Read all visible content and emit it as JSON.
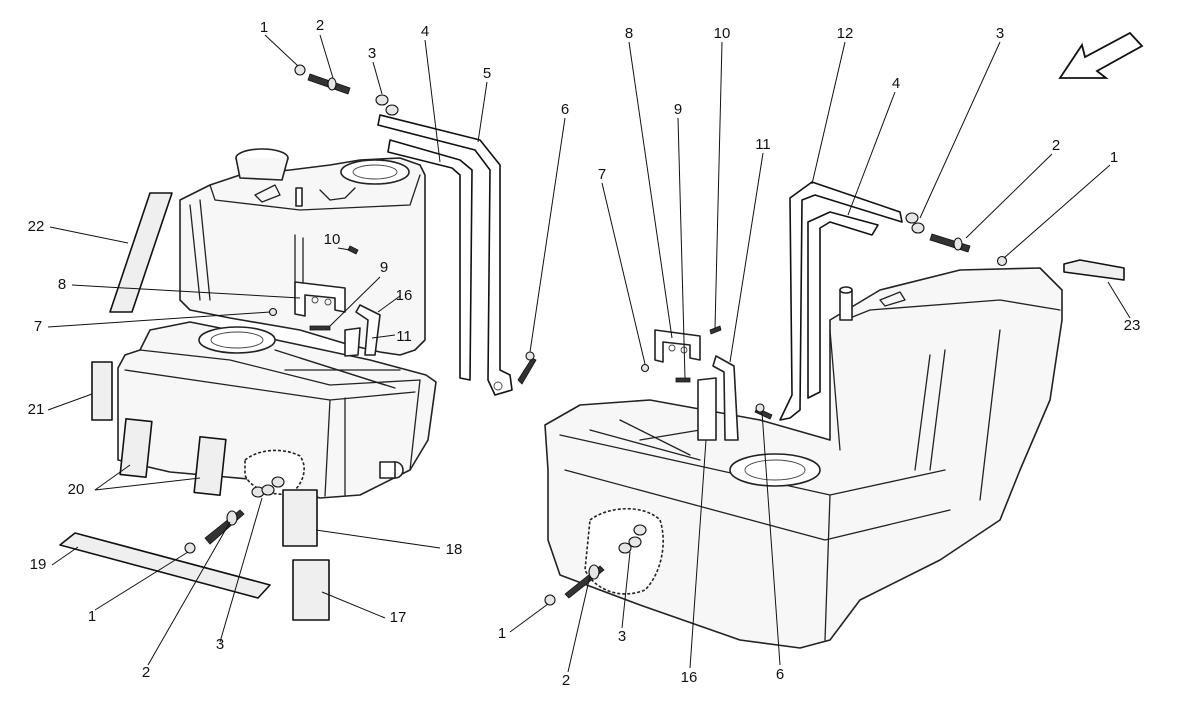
{
  "callouts_left": {
    "c1_top": "1",
    "c2_top": "2",
    "c3_top": "3",
    "c4": "4",
    "c5": "5",
    "c6": "6",
    "c7": "7",
    "c8": "8",
    "c9": "9",
    "c10": "10",
    "c11": "11",
    "c16": "16",
    "c17": "17",
    "c18": "18",
    "c19": "19",
    "c20": "20",
    "c21": "21",
    "c22": "22",
    "c1_bottom": "1",
    "c2_bottom": "2",
    "c3_bottom": "3"
  },
  "callouts_right": {
    "c8": "8",
    "c10": "10",
    "c12": "12",
    "c3_top": "3",
    "c9": "9",
    "c4": "4",
    "c7": "7",
    "c11": "11",
    "c2_top": "2",
    "c1_top": "1",
    "c23": "23",
    "c1_bottom": "1",
    "c3_bottom": "3",
    "c2_bottom": "2",
    "c16": "16",
    "c6": "6"
  },
  "icons": {
    "orientation_arrow": "arrow-down-left-icon"
  }
}
